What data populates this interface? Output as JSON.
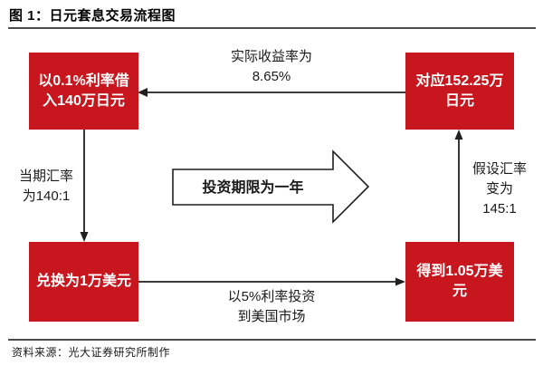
{
  "title": "图 1：日元套息交易流程图",
  "source": "资料来源：光大证券研究所制作",
  "colors": {
    "box": "#C7161D",
    "box_text": "#FFFFFF",
    "line": "#1F1F1F",
    "rule": "#4D4D4D"
  },
  "boxes": {
    "borrow": "以0.1%利率借\n入140万日元",
    "repay": "对应152.25万\n日元",
    "convert": "兑换为1万美元",
    "receive": "得到1.05万美\n元"
  },
  "arrows": {
    "actual_return": "实际收益率为\n8.65%",
    "spot_rate": "当期汇率\n为140:1",
    "investment_period": "投资期限为一年",
    "assumed_rate": "假设汇率\n变为\n145:1",
    "invest_us": "以5%利率投资\n到美国市场"
  }
}
